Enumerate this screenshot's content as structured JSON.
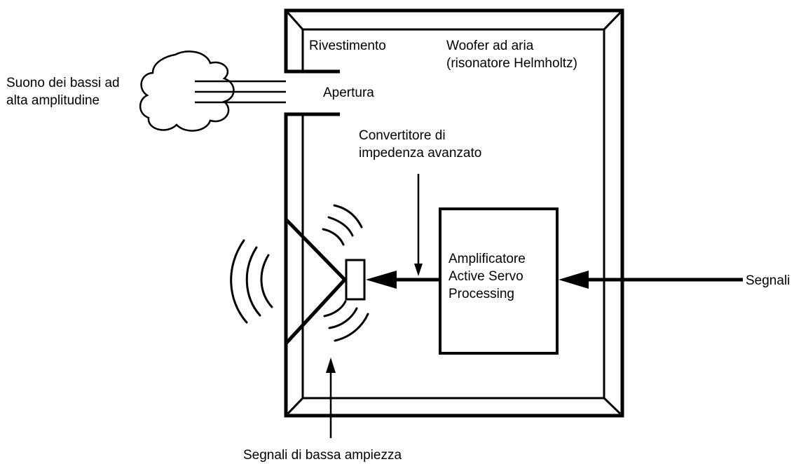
{
  "labels": {
    "rivestimento": "Rivestimento",
    "woofer_line1": "Woofer ad aria",
    "woofer_line2": "(risonatore Helmholtz)",
    "suono_line1": "Suono dei bassi ad",
    "suono_line2": "alta amplitudine",
    "apertura": "Apertura",
    "convertitore_line1": "Convertitore di",
    "convertitore_line2": "impedenza avanzato",
    "amplificatore_line1": "Amplificatore",
    "amplificatore_line2": "Active Servo",
    "amplificatore_line3": "Processing",
    "segnali": "Segnali",
    "segnali_bassa": "Segnali di bassa ampiezza"
  },
  "colors": {
    "stroke": "#000000",
    "background": "#ffffff"
  }
}
